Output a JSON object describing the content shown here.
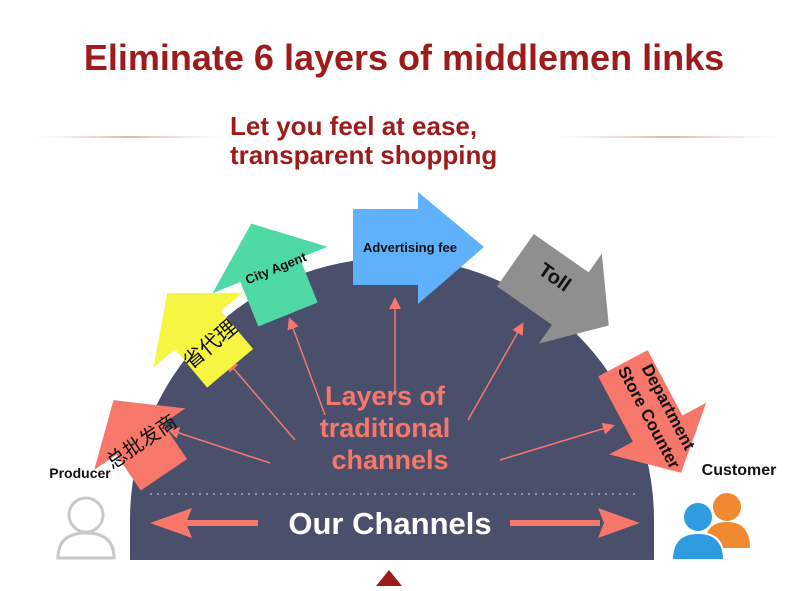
{
  "header": {
    "title": "Eliminate 6 layers of middlemen links",
    "subtitle_line1": "Let you feel at ease,",
    "subtitle_line2": "transparent shopping"
  },
  "diagram": {
    "center_line1": "Layers of",
    "center_line2": "traditional",
    "center_line3": "channels",
    "our_channels": "Our Channels",
    "producer": "Producer",
    "customer": "Customer",
    "layers": [
      {
        "label": "总批发商",
        "color": "#f7786b"
      },
      {
        "label": "省代理",
        "color": "#f5f542"
      },
      {
        "label": "City Agent",
        "color": "#4fd9a5"
      },
      {
        "label": "Advertising fee",
        "color": "#5fb1fb"
      },
      {
        "label": "Toll",
        "color": "#8f8f8f"
      },
      {
        "label_line1": "Department",
        "label_line2": "Store Counter",
        "color": "#f7786b"
      }
    ]
  },
  "colors": {
    "title": "#9e1b1b",
    "dome": "#4a4f6b",
    "accent": "#f7786b",
    "customer_orange": "#f08a32",
    "customer_blue": "#2f9be0",
    "producer_gray": "#c9c9c9"
  }
}
